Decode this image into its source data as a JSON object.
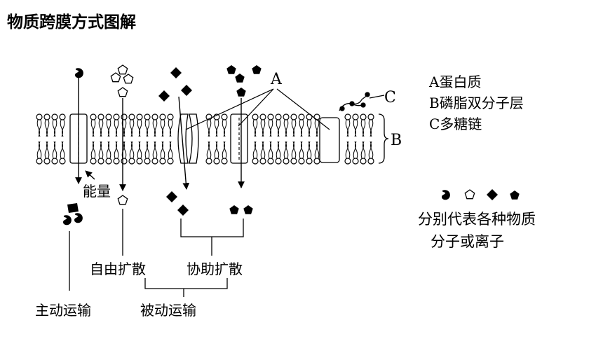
{
  "title": "物质跨膜方式图解",
  "labels": {
    "A": "A",
    "B": "B",
    "C": "C",
    "energy": "能量",
    "simple_diffusion": "自由扩散",
    "facilitated_diffusion": "协助扩散",
    "active_transport": "主动运输",
    "passive_transport": "被动运输"
  },
  "legend": {
    "items": [
      "A蛋白质",
      "B磷脂双分子层",
      "C多糖链"
    ],
    "symbols_caption_line1": "分别代表各种物质",
    "symbols_caption_line2": "分子或离子"
  },
  "colors": {
    "ink": "#000000",
    "background": "#ffffff"
  }
}
